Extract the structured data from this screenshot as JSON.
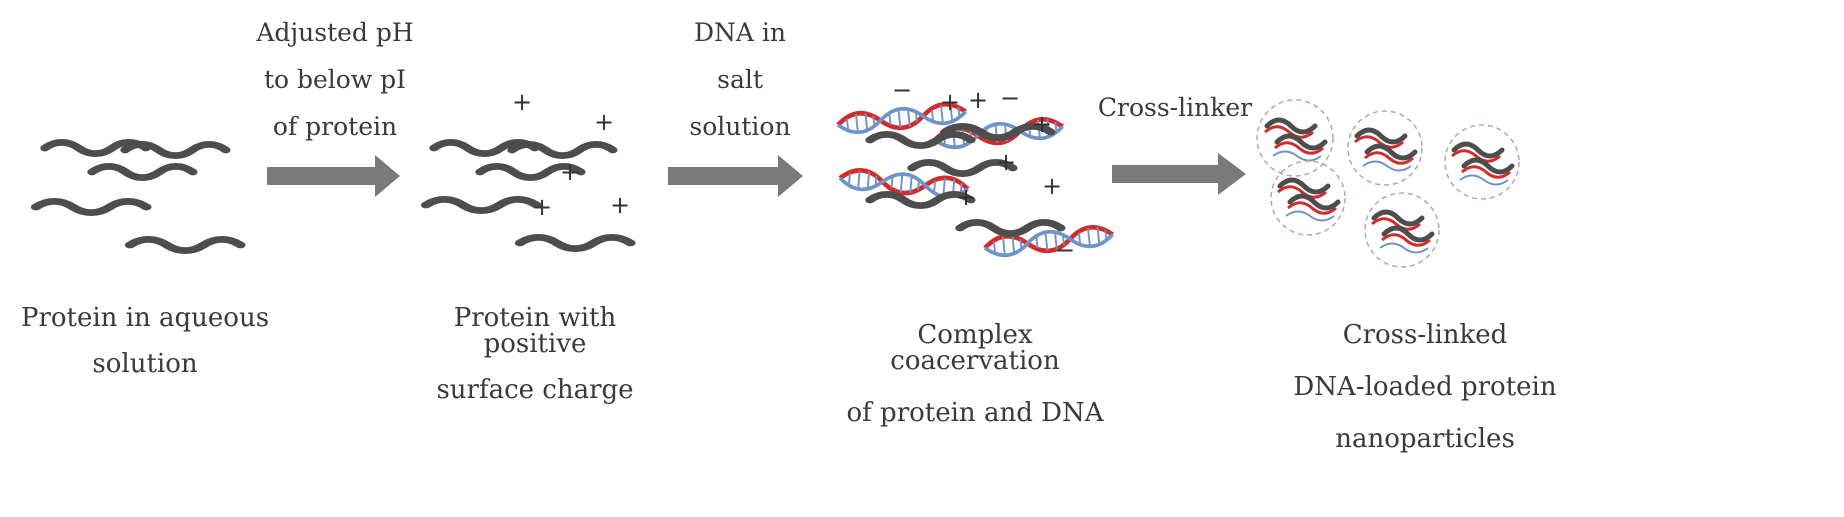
{
  "stages": [
    {
      "caption": [
        "Protein in aqueous",
        "solution"
      ]
    },
    {
      "caption": [
        "Protein with positive",
        "surface charge"
      ]
    },
    {
      "caption": [
        "Complex coacervation",
        "of protein and DNA"
      ]
    },
    {
      "caption": [
        "Cross-linked",
        "DNA-loaded protein",
        "nanoparticles"
      ]
    }
  ],
  "arrows": [
    {
      "label": [
        "Adjusted pH",
        "to below pI",
        "of protein"
      ]
    },
    {
      "label": [
        "DNA in",
        "salt",
        "solution"
      ]
    },
    {
      "label": [
        "Cross-linker"
      ]
    }
  ],
  "charges": {
    "positive": "+",
    "negative": "−"
  },
  "colors": {
    "protein": "#4d4d4d",
    "dna_red": "#d42a2a",
    "dna_blue": "#6f93c8",
    "arrow": "#7a7a7a",
    "particle_outline": "#b9a3a6"
  }
}
